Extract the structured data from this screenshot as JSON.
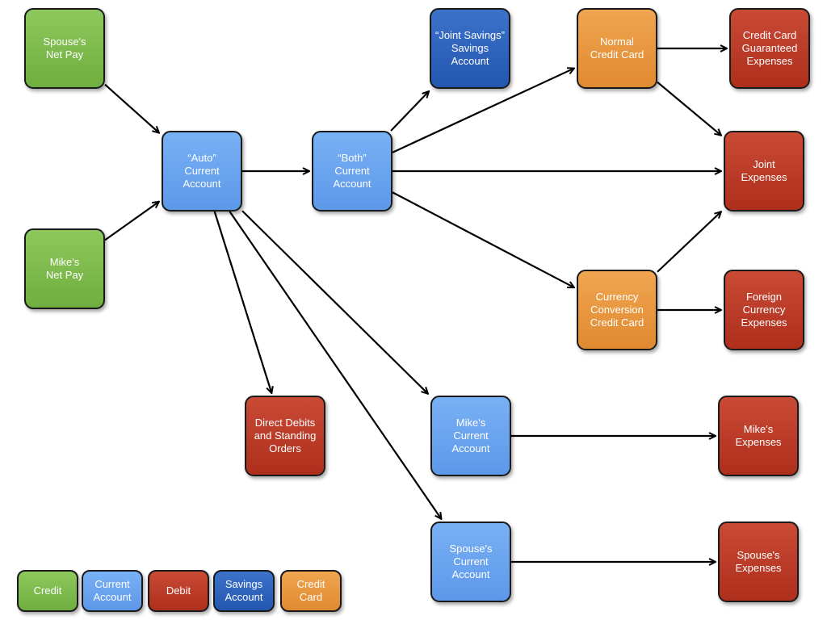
{
  "nodes": {
    "spouse_net_pay": "Spouse's\nNet Pay",
    "mike_net_pay": "Mike's\nNet Pay",
    "auto_current": "“Auto”\nCurrent\nAccount",
    "both_current": "“Both”\nCurrent\nAccount",
    "joint_savings": "“Joint Savings”\nSavings Account",
    "normal_credit_card": "Normal\nCredit Card",
    "cc_guaranteed": "Credit Card\nGuaranteed\nExpenses",
    "joint_expenses": "Joint\nExpenses",
    "currency_card": "Currency\nConversion\nCredit Card",
    "foreign_expenses": "Foreign\nCurrency\nExpenses",
    "direct_debits": "Direct Debits\nand Standing\nOrders",
    "mike_current": "Mike's\nCurrent\nAccount",
    "mike_expenses": "Mike's\nExpenses",
    "spouse_current": "Spouse's\nCurrent\nAccount",
    "spouse_expenses": "Spouse's\nExpenses"
  },
  "legend": {
    "credit": "Credit",
    "current": "Current\nAccount",
    "debit": "Debit",
    "savings": "Savings\nAccount",
    "card": "Credit\nCard"
  },
  "edges": [
    [
      "spouse_net_pay",
      "auto_current"
    ],
    [
      "mike_net_pay",
      "auto_current"
    ],
    [
      "auto_current",
      "both_current"
    ],
    [
      "auto_current",
      "direct_debits"
    ],
    [
      "auto_current",
      "mike_current"
    ],
    [
      "auto_current",
      "spouse_current"
    ],
    [
      "both_current",
      "joint_savings"
    ],
    [
      "both_current",
      "normal_credit_card"
    ],
    [
      "both_current",
      "joint_expenses"
    ],
    [
      "both_current",
      "currency_card"
    ],
    [
      "normal_credit_card",
      "cc_guaranteed"
    ],
    [
      "normal_credit_card",
      "joint_expenses"
    ],
    [
      "currency_card",
      "joint_expenses"
    ],
    [
      "currency_card",
      "foreign_expenses"
    ],
    [
      "mike_current",
      "mike_expenses"
    ],
    [
      "spouse_current",
      "spouse_expenses"
    ]
  ]
}
